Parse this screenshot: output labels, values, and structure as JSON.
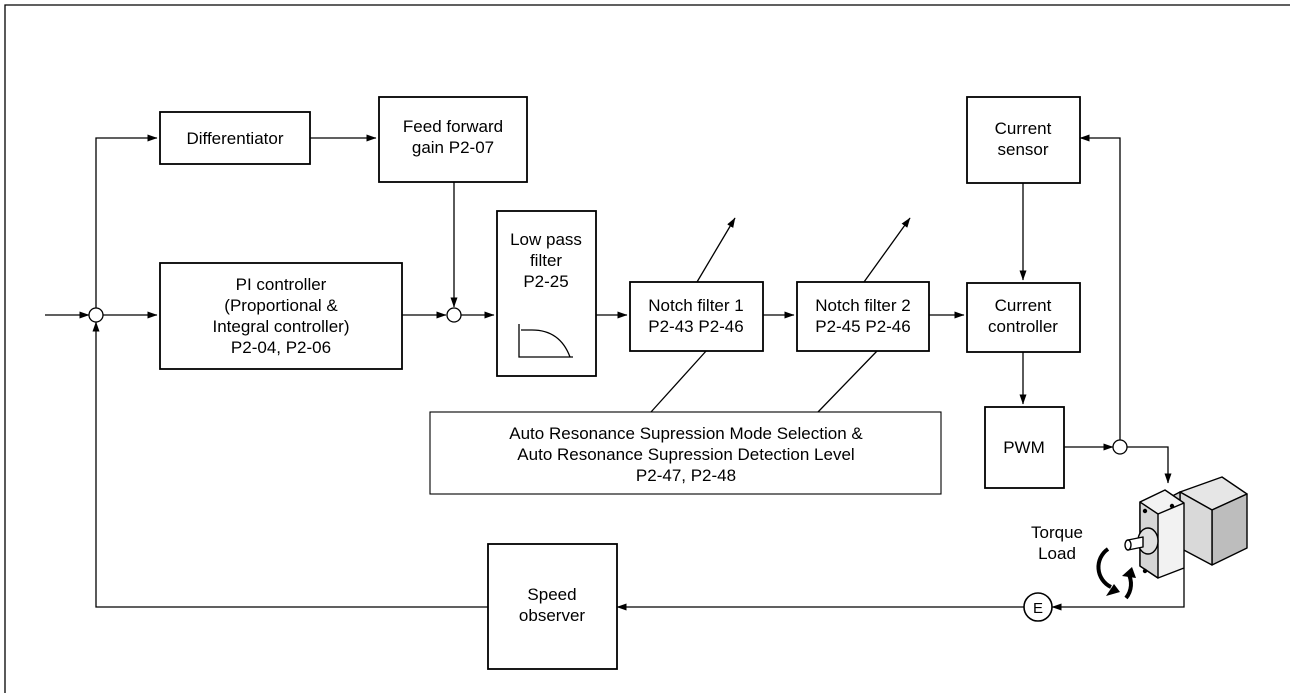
{
  "blocks": {
    "differentiator": [
      "Differentiator"
    ],
    "feed_forward": [
      "Feed forward",
      "gain P2-07"
    ],
    "pi_controller": [
      "PI controller",
      "(Proportional &",
      "Integral controller)",
      "P2-04, P2-06"
    ],
    "low_pass": [
      "Low pass",
      "filter",
      "P2-25"
    ],
    "notch1": [
      "Notch filter 1",
      "P2-43 P2-46"
    ],
    "notch2": [
      "Notch filter 2",
      "P2-45 P2-46"
    ],
    "current_sensor": [
      "Current",
      "sensor"
    ],
    "current_controller": [
      "Current",
      "controller"
    ],
    "pwm": [
      "PWM"
    ],
    "auto_resonance": [
      "Auto Resonance Supression Mode Selection &",
      "Auto Resonance Supression Detection Level",
      "P2-47, P2-48"
    ],
    "speed_observer": [
      "Speed",
      "observer"
    ]
  },
  "labels": {
    "torque_load": [
      "Torque",
      "Load"
    ],
    "encoder": "E"
  }
}
